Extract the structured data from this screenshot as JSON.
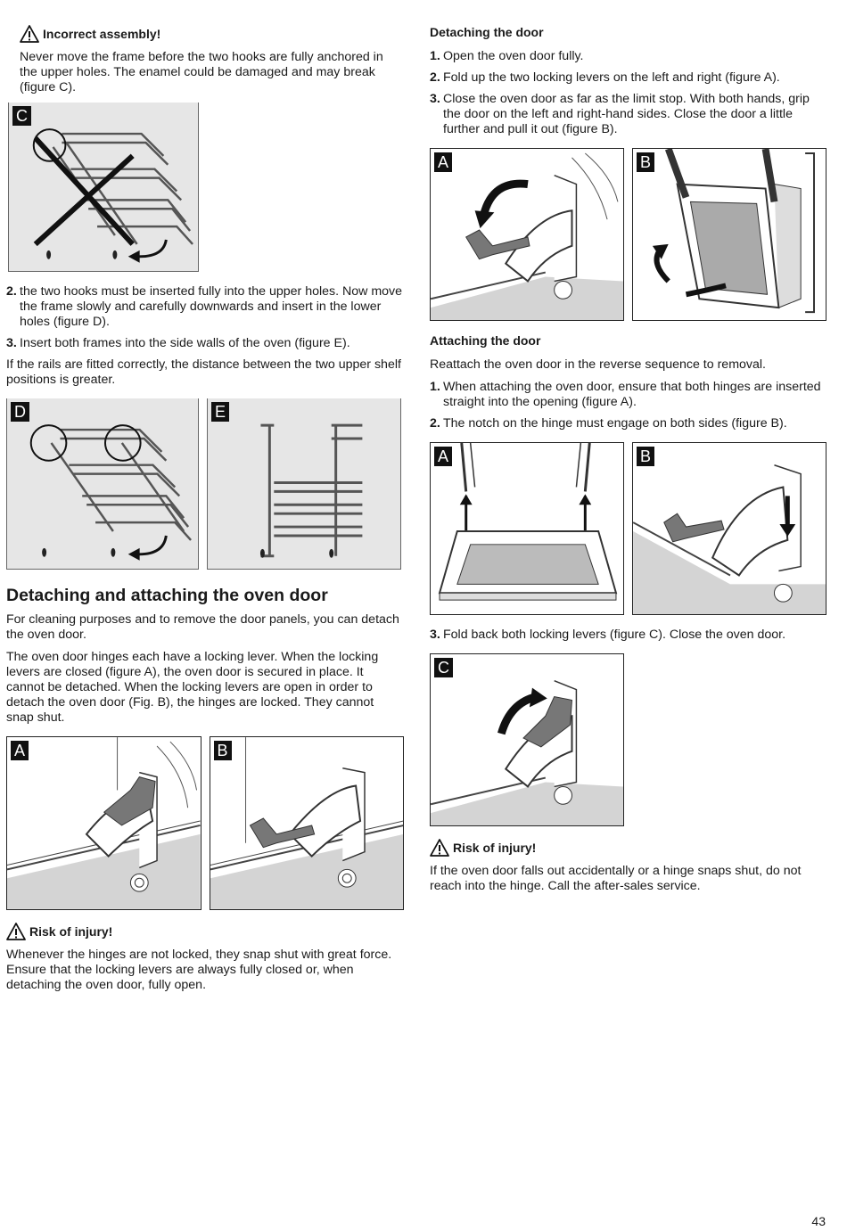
{
  "left": {
    "warning1": {
      "title": "Incorrect assembly!",
      "text": "Never move the frame before the two hooks are fully anchored in the upper holes. The enamel could be damaged and may break (figure C)."
    },
    "figure_c_label": "C",
    "step2": {
      "num": "2.",
      "text": "the two hooks must be inserted fully into the upper holes. Now move the frame slowly and carefully downwards and insert in the lower holes (figure  D)."
    },
    "step3": {
      "num": "3.",
      "text": "Insert both frames into the side walls of the oven (figure  E)."
    },
    "rails_note": "If the rails are fitted correctly, the distance between the two upper shelf positions is greater.",
    "figure_d_label": "D",
    "figure_e_label": "E",
    "section_title": "Detaching and attaching the oven door",
    "para1": "For cleaning purposes and to remove the door panels, you can detach the oven door.",
    "para2": "The oven door hinges each have a locking lever. When the locking levers are closed (figure A), the oven door is secured in place. It cannot be detached. When the locking levers are open in order to detach the oven door (Fig. B), the hinges are locked. They cannot snap shut.",
    "figure_a_label": "A",
    "figure_b_label": "B",
    "warning2": {
      "title": "Risk of injury!",
      "text": "Whenever the hinges are not locked, they snap shut with great force. Ensure that the locking levers are always fully closed or, when detaching the oven door, fully open."
    }
  },
  "right": {
    "detaching_title": "Detaching the door",
    "detaching_steps": [
      {
        "num": "1.",
        "text": "Open the oven door fully."
      },
      {
        "num": "2.",
        "text": "Fold up the two locking levers on the left and right (figure A)."
      },
      {
        "num": "3.",
        "text": "Close the oven door as far as the limit stop. With both hands, grip the door on the left and right-hand sides. Close the door a little further and pull it out (figure B)."
      }
    ],
    "fig_detach_a": "A",
    "fig_detach_b": "B",
    "attaching_title": "Attaching the door",
    "attaching_intro": "Reattach the oven door in the reverse sequence to removal.",
    "attaching_steps": [
      {
        "num": "1.",
        "text": "When attaching the oven door, ensure that both hinges are inserted straight into the opening (figure A)."
      },
      {
        "num": "2.",
        "text": "The notch on the hinge must engage on both sides (figure B)."
      }
    ],
    "fig_attach_a": "A",
    "fig_attach_b": "B",
    "step3": {
      "num": "3.",
      "text": "Fold back both locking levers (figure C). Close the oven door."
    },
    "fig_attach_c": "C",
    "warning": {
      "title": "Risk of injury!",
      "text": "If the oven door falls out accidentally or a hinge snaps shut, do not reach into the hinge. Call the after-sales service."
    }
  },
  "page_number": "43"
}
